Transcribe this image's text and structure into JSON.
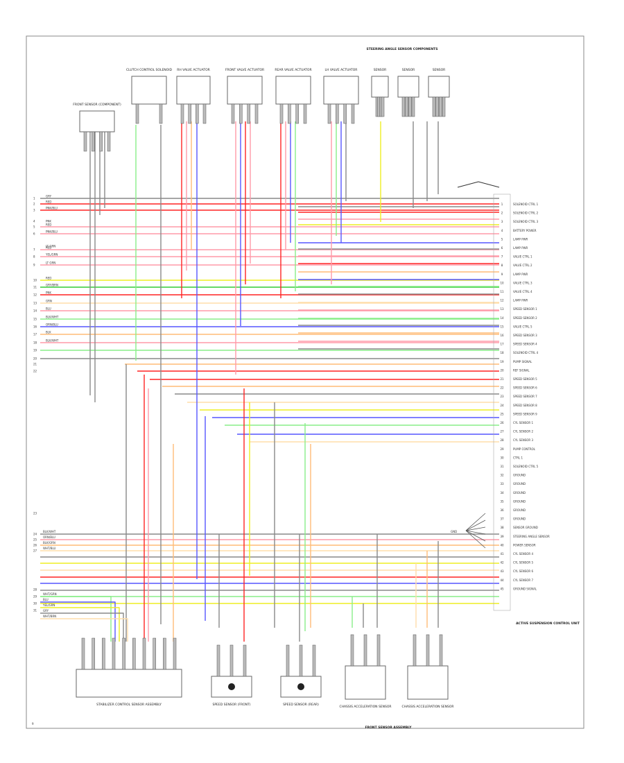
{
  "diagram": {
    "left_pins": [
      "1",
      "2",
      "3",
      "4",
      "5",
      "6",
      "7",
      "8",
      "9",
      "10",
      "11",
      "12",
      "13",
      "14",
      "15",
      "16",
      "17",
      "18",
      "19",
      "20",
      "21",
      "22",
      "23",
      "24",
      "25",
      "26",
      "27",
      "28",
      "29",
      "30",
      "31"
    ],
    "top_wire_colors": [
      "GRY",
      "RED",
      "PNK/BLU",
      "PNK",
      "RED",
      "PNK/BLU",
      "LT GRN",
      "RED",
      "YEL/GRN",
      "LT GRN",
      "RED",
      "GRY/BRN",
      "PNK",
      "GRN",
      "BLU",
      "BLK/WHT",
      "ORN/BLU",
      "BLK",
      "BLK/WHT"
    ],
    "right_labels": [
      "SOLENOID CTRL 1",
      "SOLENOID CTRL 2",
      "SOLENOID CTRL 3",
      "BATTERY POWER",
      "LAMP PWR",
      "LAMP PWR",
      "VALVE CTRL 1",
      "VALVE CTRL 2",
      "LAMP PWR",
      "VALVE CTRL 3",
      "VALVE CTRL 4",
      "LAMP PWR",
      "SPEED SENSOR 1",
      "SPEED SENSOR 2",
      "VALVE CTRL 5",
      "SPEED SENSOR 3",
      "SPEED SENSOR 4",
      "SOLENOID CTRL 4",
      "PUMP SIGNAL",
      "REF SIGNAL",
      "SPEED SENSOR 5",
      "SPEED SENSOR 6",
      "SPEED SENSOR 7",
      "SPEED SENSOR 8",
      "SPEED SENSOR 9",
      "CYL SENSOR 1",
      "CYL SENSOR 2",
      "CYL SENSOR 3",
      "PUMP CONTROL",
      "CTRL 1",
      "SOLENOID CTRL 5",
      "GROUND",
      "GROUND",
      "GROUND",
      "GROUND",
      "GROUND",
      "GROUND",
      "SENSOR GROUND",
      "STEERING ANGLE SENSOR",
      "POWER SENSOR",
      "CYL SENSOR 4",
      "CYL SENSOR 5",
      "CYL SENSOR 6",
      "CYL SENSOR 7",
      "GROUND SIGNAL"
    ],
    "top_components": [
      {
        "label": "FRONT SENSOR (COMPONENT)"
      },
      {
        "label": "CLUTCH CONTROL SOLENOID"
      },
      {
        "label": "RH VALVE ACTUATOR"
      },
      {
        "label": "FRONT VALVE ACTUATOR"
      },
      {
        "label": "REAR VALVE ACTUATOR"
      },
      {
        "label": "LH VALVE ACTUATOR"
      },
      {
        "label": "SENSOR"
      },
      {
        "label": "SENSOR"
      },
      {
        "label": "SENSOR"
      }
    ],
    "top_group_label": "STEERING ANGLE SENSOR COMPONENTS",
    "bottom_components": [
      {
        "label": "STABILIZER CONTROL SENSOR ASSEMBLY"
      },
      {
        "label": "SPEED SENSOR (FRONT)"
      },
      {
        "label": "SPEED SENSOR (REAR)"
      },
      {
        "label": "CHASSIS ACCELERATION SENSOR"
      },
      {
        "label": "CHASSIS ACCELERATION SENSOR"
      }
    ],
    "bottom_group_label": "FRONT SENSOR ASSEMBLY",
    "module_label": "ACTIVE SUSPENSION CONTROL UNIT",
    "bottom_left_wire_colors": [
      "WHT/GRN",
      "BLU",
      "YEL/GRN",
      "GRY",
      "WHT/BRN"
    ],
    "mid_wire_colors": [
      "BLK/WHT",
      "ORN/BLU",
      "BLK/GRN",
      "WHT/BLU"
    ],
    "ground_label": "GND",
    "footer_code": "9"
  }
}
